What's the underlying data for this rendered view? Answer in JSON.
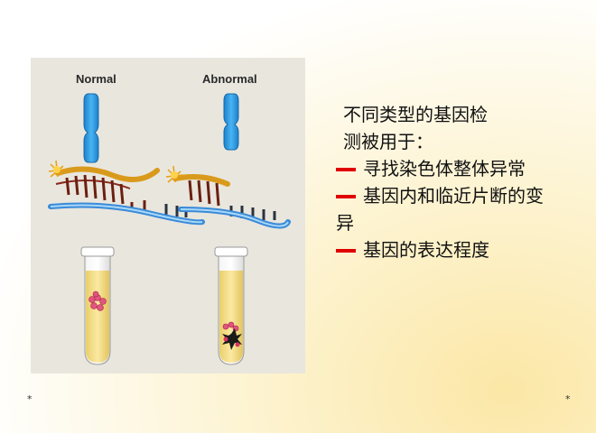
{
  "figure": {
    "left_label": "Normal",
    "right_label": "Abnormal"
  },
  "text": {
    "intro_line1": "不同类型的基因检",
    "intro_line2": "测被用于：",
    "bullets": [
      {
        "lines": [
          "寻找染色体整体异常"
        ]
      },
      {
        "lines": [
          "基因内和临近片断的变",
          "异"
        ]
      },
      {
        "lines": [
          "基因的表达程度"
        ]
      }
    ]
  },
  "footer": {
    "left_mark": "*",
    "right_mark": "*"
  },
  "colors": {
    "bullet_dash": "#e00000",
    "chromosome": "#2e9de3",
    "figure_bg": "#e9e6de"
  }
}
